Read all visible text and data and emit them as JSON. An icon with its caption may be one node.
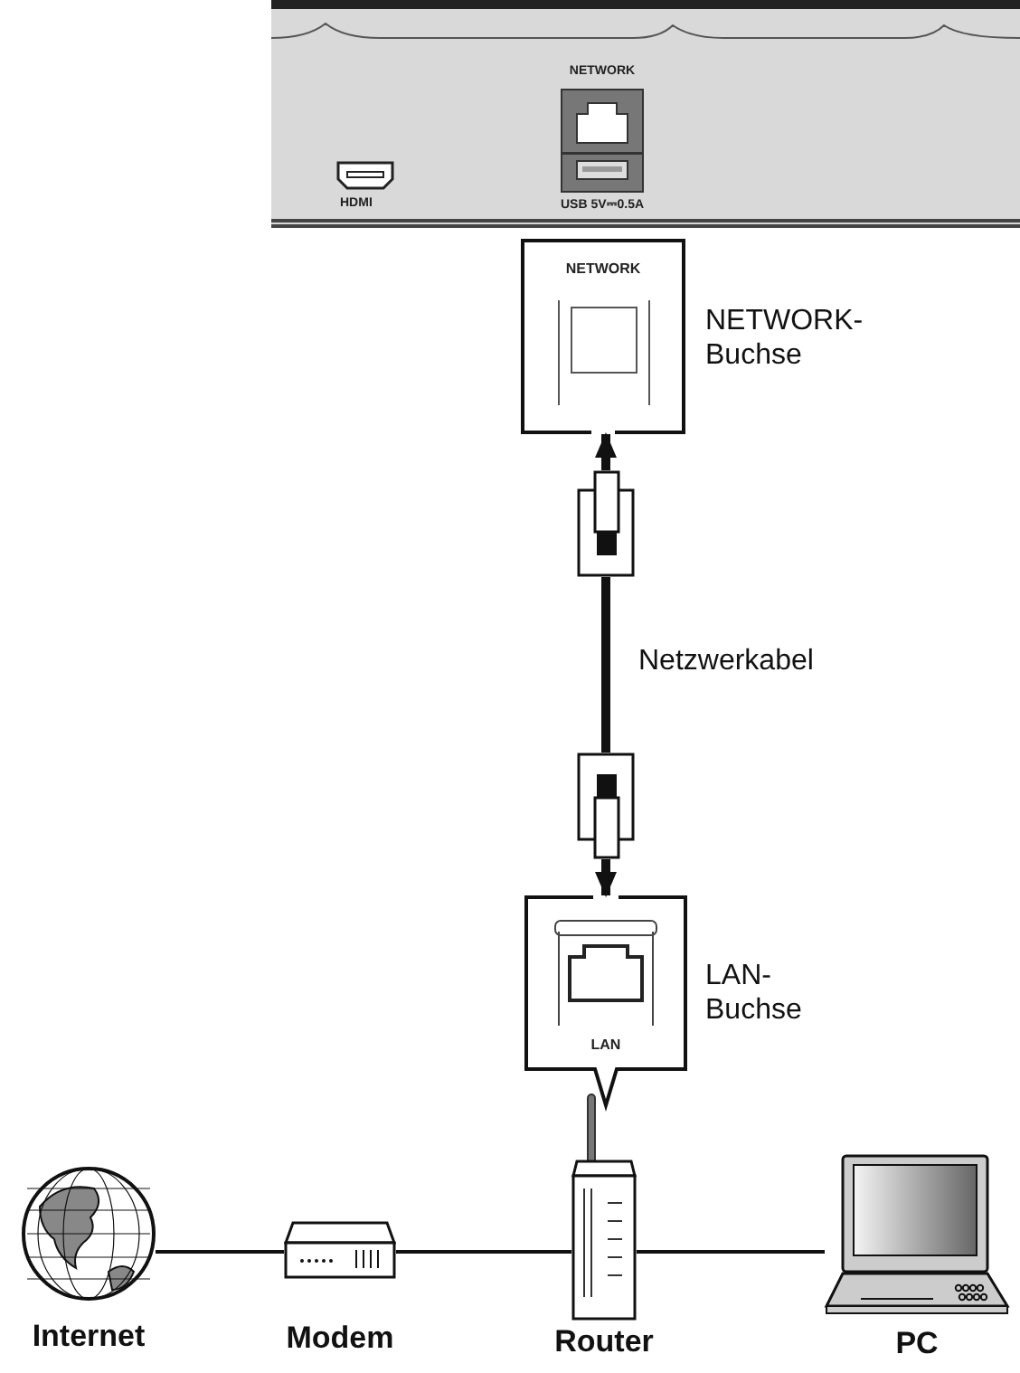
{
  "diagram": {
    "nodes": [
      {
        "text": [
          "NETWORK",
          "HDMI",
          "USB 5V⎓0.5A"
        ]
      },
      {
        "text": [
          "NETWORK"
        ],
        "beside": [
          "NETWORK-Buchse"
        ]
      },
      {
        "text": [],
        "shape": "plug"
      },
      {
        "text": [],
        "shape": "plug"
      },
      {
        "text": [
          "LAN"
        ],
        "beside": [
          "LAN-Buchse"
        ]
      },
      {
        "text": [
          "Internet"
        ]
      },
      {
        "text": [
          "Modem"
        ]
      },
      {
        "text": [
          "Router"
        ]
      },
      {
        "text": [
          "PC"
        ]
      }
    ],
    "edges": [
      {
        "from": 2,
        "to": 1,
        "arrow": "to",
        "style": "thick"
      },
      {
        "from": 2,
        "to": 3,
        "arrow": "none",
        "label": "Netzwerkabel",
        "style": "thick"
      },
      {
        "from": 3,
        "to": 4,
        "arrow": "to",
        "style": "thick"
      },
      {
        "from": 5,
        "to": 6,
        "arrow": "none"
      },
      {
        "from": 6,
        "to": 7,
        "arrow": "none"
      },
      {
        "from": 7,
        "to": 8,
        "arrow": "none"
      }
    ]
  }
}
